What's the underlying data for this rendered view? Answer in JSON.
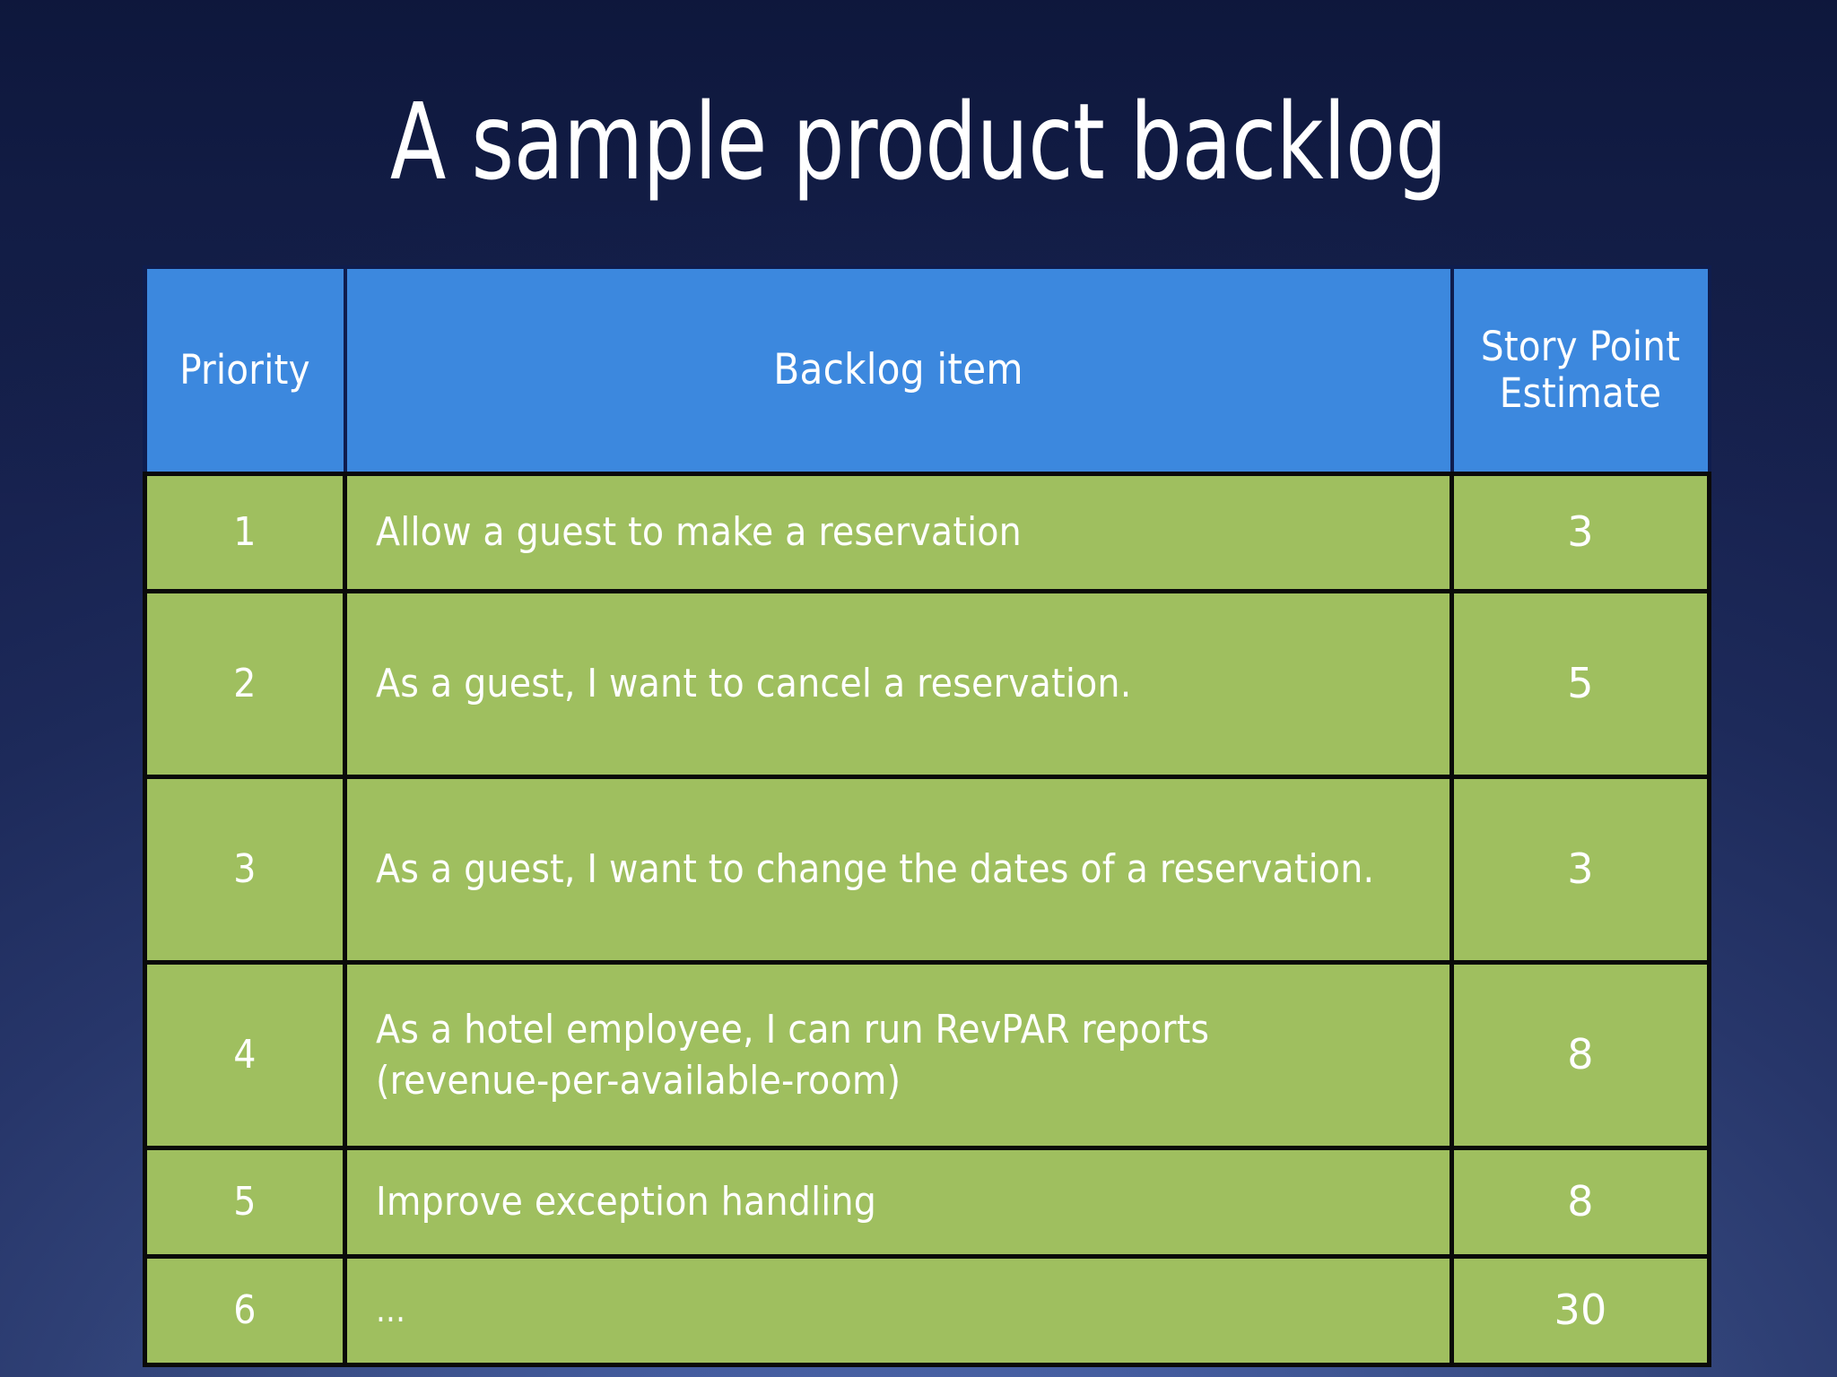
{
  "slide": {
    "title": "A sample product backlog",
    "background": {
      "outer_color": "#15204b",
      "center_color": "#4a63a4"
    }
  },
  "table": {
    "header_bg": "#3c88de",
    "row_bg": "#9fbf5f",
    "border_color": "#0a0a0a",
    "text_color": "#ffffff",
    "columns": [
      {
        "key": "priority",
        "label": "Priority"
      },
      {
        "key": "item",
        "label": "Backlog item"
      },
      {
        "key": "points",
        "label_line1": "Story Point",
        "label_line2": "Estimate"
      }
    ],
    "rows": [
      {
        "priority": "1",
        "item_line1": "Allow a guest to make a reservation",
        "item_line2": "",
        "points": "3"
      },
      {
        "priority": "2",
        "item_line1": "As a guest, I want to cancel a reservation.",
        "item_line2": "",
        "points": "5"
      },
      {
        "priority": "3",
        "item_line1": "As a guest, I want to change the dates of a reservation.",
        "item_line2": "",
        "points": "3"
      },
      {
        "priority": "4",
        "item_line1": "As a hotel employee, I can run RevPAR reports",
        "item_line2": "(revenue-per-available-room)",
        "points": "8"
      },
      {
        "priority": "5",
        "item_line1": "Improve exception handling",
        "item_line2": "",
        "points": "8"
      },
      {
        "priority": "6",
        "item_line1": "...",
        "item_line2": "",
        "points": "30"
      }
    ]
  }
}
